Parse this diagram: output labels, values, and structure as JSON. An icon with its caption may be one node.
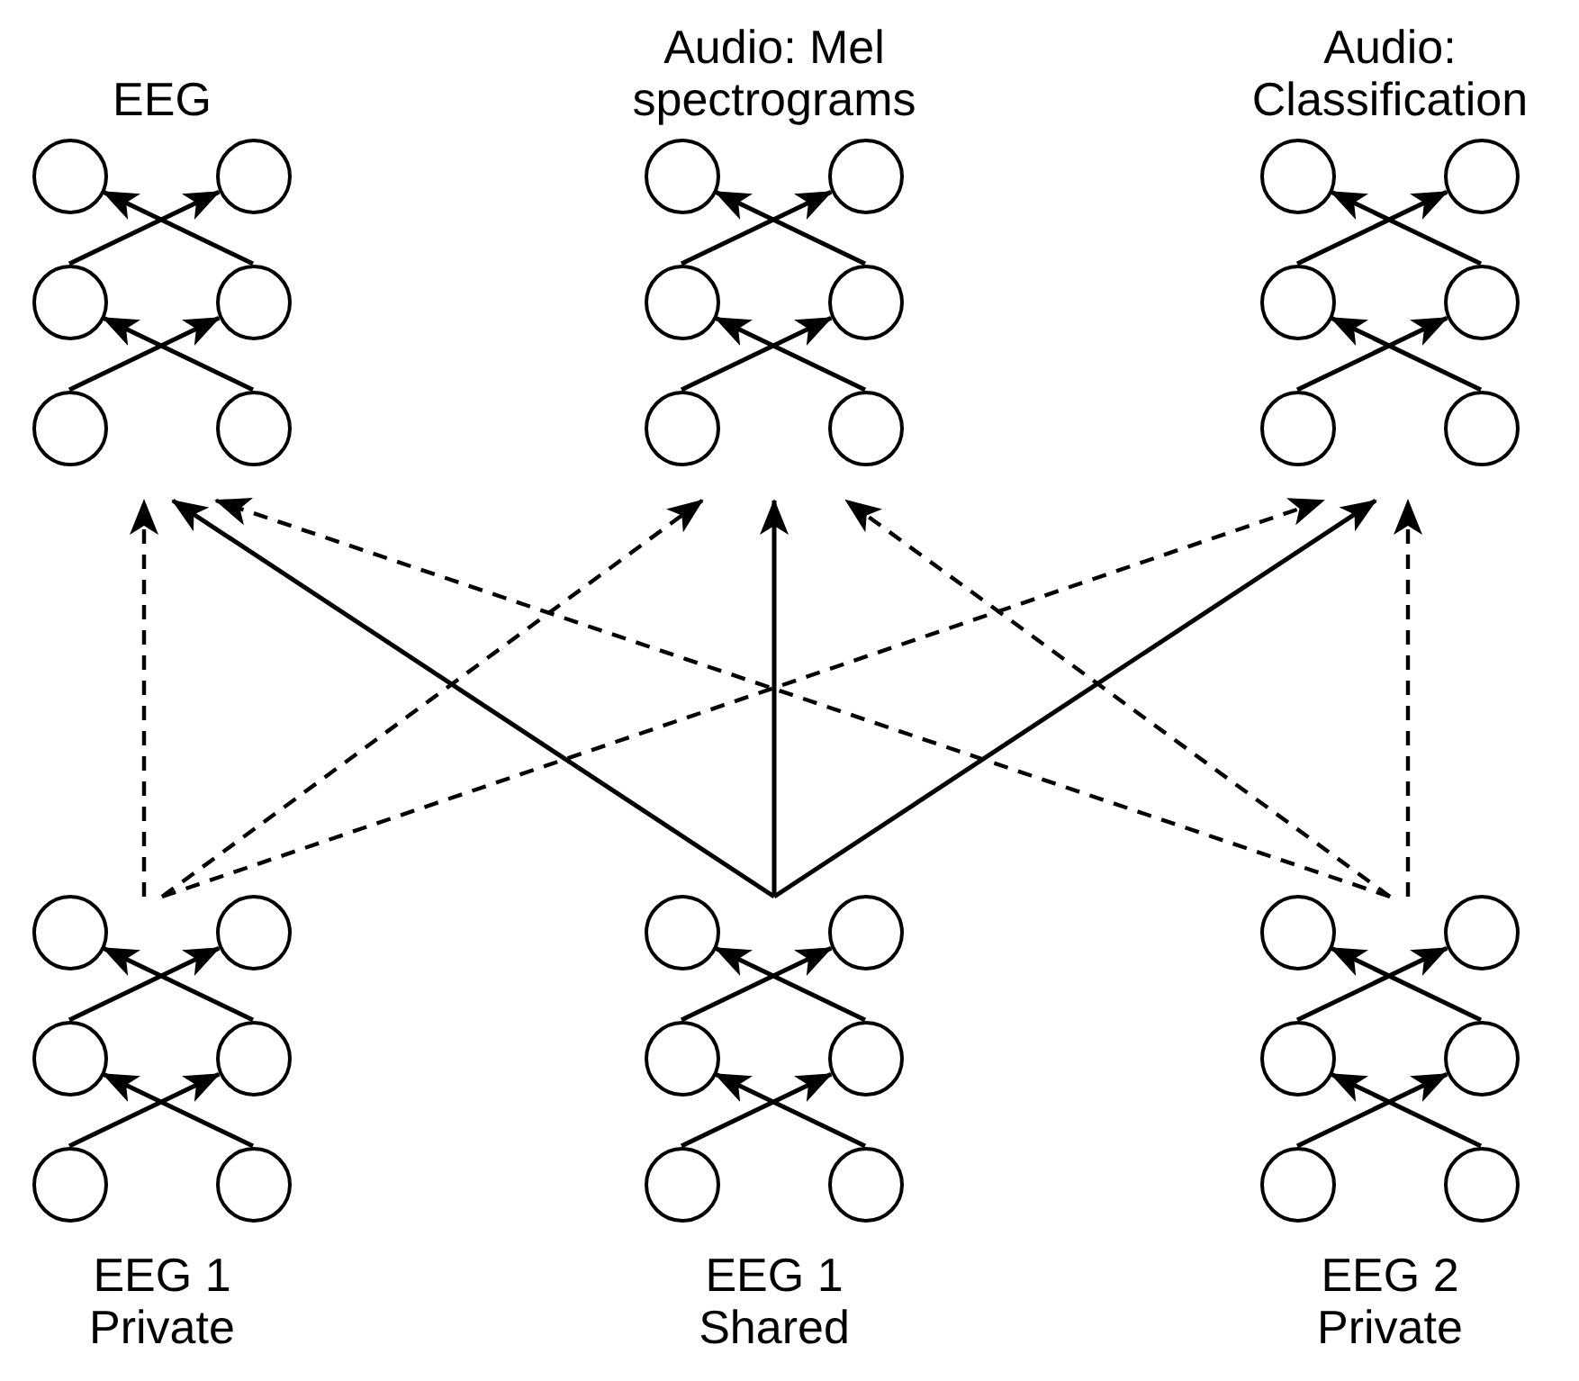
{
  "diagram": {
    "nodes": [
      {
        "text": [
          "EEG"
        ]
      },
      {
        "text": [],
        "shape": "circle",
        "in": 0
      },
      {
        "text": [],
        "shape": "circle",
        "in": 0
      },
      {
        "text": [],
        "shape": "circle",
        "in": 0
      },
      {
        "text": [],
        "shape": "circle",
        "in": 0
      },
      {
        "text": [],
        "shape": "circle",
        "in": 0
      },
      {
        "text": [],
        "shape": "circle",
        "in": 0
      },
      {
        "text": [
          "Audio: Mel spectrograms"
        ]
      },
      {
        "text": [],
        "shape": "circle",
        "in": 7
      },
      {
        "text": [],
        "shape": "circle",
        "in": 7
      },
      {
        "text": [],
        "shape": "circle",
        "in": 7
      },
      {
        "text": [],
        "shape": "circle",
        "in": 7
      },
      {
        "text": [],
        "shape": "circle",
        "in": 7
      },
      {
        "text": [],
        "shape": "circle",
        "in": 7
      },
      {
        "text": [
          "Audio: Classification"
        ]
      },
      {
        "text": [],
        "shape": "circle",
        "in": 14
      },
      {
        "text": [],
        "shape": "circle",
        "in": 14
      },
      {
        "text": [],
        "shape": "circle",
        "in": 14
      },
      {
        "text": [],
        "shape": "circle",
        "in": 14
      },
      {
        "text": [],
        "shape": "circle",
        "in": 14
      },
      {
        "text": [],
        "shape": "circle",
        "in": 14
      },
      {
        "text": [
          "EEG 1 Private"
        ]
      },
      {
        "text": [],
        "shape": "circle",
        "in": 21
      },
      {
        "text": [],
        "shape": "circle",
        "in": 21
      },
      {
        "text": [],
        "shape": "circle",
        "in": 21
      },
      {
        "text": [],
        "shape": "circle",
        "in": 21
      },
      {
        "text": [],
        "shape": "circle",
        "in": 21
      },
      {
        "text": [],
        "shape": "circle",
        "in": 21
      },
      {
        "text": [
          "EEG 1 Shared"
        ]
      },
      {
        "text": [],
        "shape": "circle",
        "in": 28
      },
      {
        "text": [],
        "shape": "circle",
        "in": 28
      },
      {
        "text": [],
        "shape": "circle",
        "in": 28
      },
      {
        "text": [],
        "shape": "circle",
        "in": 28
      },
      {
        "text": [],
        "shape": "circle",
        "in": 28
      },
      {
        "text": [],
        "shape": "circle",
        "in": 28
      },
      {
        "text": [
          "EEG 2 Private"
        ]
      },
      {
        "text": [],
        "shape": "circle",
        "in": 35
      },
      {
        "text": [],
        "shape": "circle",
        "in": 35
      },
      {
        "text": [],
        "shape": "circle",
        "in": 35
      },
      {
        "text": [],
        "shape": "circle",
        "in": 35
      },
      {
        "text": [],
        "shape": "circle",
        "in": 35
      },
      {
        "text": [],
        "shape": "circle",
        "in": 35
      }
    ],
    "edges": [
      {
        "from": 3,
        "to": 2,
        "arrow": "to"
      },
      {
        "from": 4,
        "to": 1,
        "arrow": "to"
      },
      {
        "from": 5,
        "to": 4,
        "arrow": "to"
      },
      {
        "from": 6,
        "to": 3,
        "arrow": "to"
      },
      {
        "from": 10,
        "to": 9,
        "arrow": "to"
      },
      {
        "from": 11,
        "to": 8,
        "arrow": "to"
      },
      {
        "from": 12,
        "to": 11,
        "arrow": "to"
      },
      {
        "from": 13,
        "to": 10,
        "arrow": "to"
      },
      {
        "from": 17,
        "to": 16,
        "arrow": "to"
      },
      {
        "from": 18,
        "to": 15,
        "arrow": "to"
      },
      {
        "from": 19,
        "to": 18,
        "arrow": "to"
      },
      {
        "from": 20,
        "to": 17,
        "arrow": "to"
      },
      {
        "from": 24,
        "to": 23,
        "arrow": "to"
      },
      {
        "from": 25,
        "to": 22,
        "arrow": "to"
      },
      {
        "from": 26,
        "to": 25,
        "arrow": "to"
      },
      {
        "from": 27,
        "to": 24,
        "arrow": "to"
      },
      {
        "from": 31,
        "to": 30,
        "arrow": "to"
      },
      {
        "from": 32,
        "to": 29,
        "arrow": "to"
      },
      {
        "from": 33,
        "to": 32,
        "arrow": "to"
      },
      {
        "from": 34,
        "to": 31,
        "arrow": "to"
      },
      {
        "from": 38,
        "to": 37,
        "arrow": "to"
      },
      {
        "from": 39,
        "to": 36,
        "arrow": "to"
      },
      {
        "from": 40,
        "to": 39,
        "arrow": "to"
      },
      {
        "from": 41,
        "to": 38,
        "arrow": "to"
      },
      {
        "from": 21,
        "to": 0,
        "arrow": "to",
        "style": "dashed"
      },
      {
        "from": 21,
        "to": 7,
        "arrow": "to",
        "style": "dashed"
      },
      {
        "from": 21,
        "to": 14,
        "arrow": "to",
        "style": "dashed"
      },
      {
        "from": 28,
        "to": 0,
        "arrow": "to"
      },
      {
        "from": 28,
        "to": 7,
        "arrow": "to"
      },
      {
        "from": 28,
        "to": 14,
        "arrow": "to"
      },
      {
        "from": 35,
        "to": 0,
        "arrow": "to",
        "style": "dashed"
      },
      {
        "from": 35,
        "to": 7,
        "arrow": "to",
        "style": "dashed"
      },
      {
        "from": 35,
        "to": 14,
        "arrow": "to",
        "style": "dashed"
      }
    ]
  }
}
